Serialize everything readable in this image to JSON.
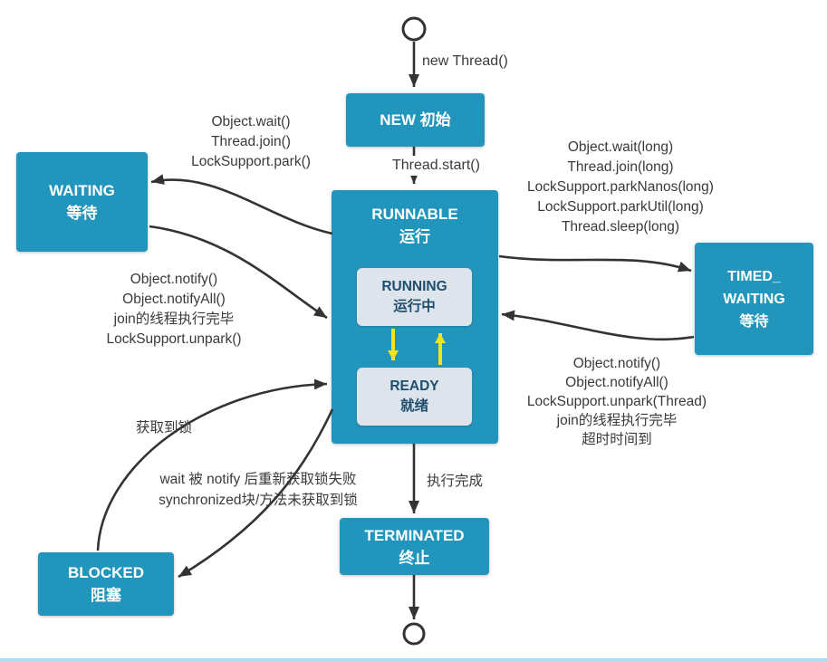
{
  "diagram": {
    "nodes": {
      "new": {
        "line1": "NEW 初始"
      },
      "runnable": {
        "line1": "RUNNABLE",
        "line2": "运行"
      },
      "running": {
        "line1": "RUNNING",
        "line2": "运行中"
      },
      "ready": {
        "line1": "READY",
        "line2": "就绪"
      },
      "waiting": {
        "line1": "WAITING",
        "line2": "等待"
      },
      "timed_waiting": {
        "line1": "TIMED_",
        "line2": "WAITING",
        "line3": "等待"
      },
      "blocked": {
        "line1": "BLOCKED",
        "line2": "阻塞"
      },
      "terminated": {
        "line1": "TERMINATED",
        "line2": "终止"
      }
    },
    "edge_labels": {
      "new_thread": "new Thread()",
      "thread_start": "Thread.start()",
      "runnable_to_waiting": [
        "Object.wait()",
        "Thread.join()",
        "LockSupport.park()"
      ],
      "waiting_to_runnable": [
        "Object.notify()",
        "Object.notifyAll()",
        "join的线程执行完毕",
        "LockSupport.unpark()"
      ],
      "runnable_to_timed_waiting": [
        "Object.wait(long)",
        "Thread.join(long)",
        "LockSupport.parkNanos(long)",
        "LockSupport.parkUtil(long)",
        "Thread.sleep(long)"
      ],
      "timed_waiting_to_runnable": [
        "Object.notify()",
        "Object.notifyAll()",
        "LockSupport.unpark(Thread)",
        "join的线程执行完毕",
        "超时时间到"
      ],
      "blocked_to_runnable": "获取到锁",
      "runnable_to_blocked": [
        "wait 被 notify 后重新获取锁失败",
        "synchronized块/方法未获取到锁"
      ],
      "runnable_to_terminated": "执行完成"
    },
    "colors": {
      "node_fill": "#2295BD",
      "node_text": "#FFFFFF",
      "inner_fill": "#DDE4EB",
      "inner_text": "#1F4E6D",
      "arrow": "#333333",
      "yellow_arrow": "#F2E41C",
      "label_text": "#3A3A3A",
      "bottom_line": "#A8DDF3"
    }
  }
}
